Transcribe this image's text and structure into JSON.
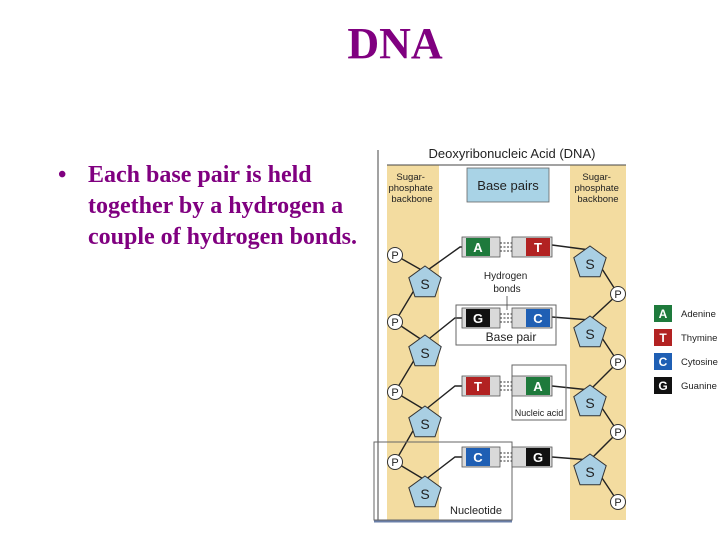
{
  "slide": {
    "title": "DNA",
    "bullet_symbol": "•",
    "bullet_text": "Each base pair is held together by a hydrogen a couple of hydrogen bonds."
  },
  "figure": {
    "title": "Deoxyribonucleic Acid (DNA)",
    "left_backbone_label": [
      "Sugar-",
      "phosphate",
      "backbone"
    ],
    "right_backbone_label": [
      "Sugar-",
      "phosphate",
      "backbone"
    ],
    "base_pairs_header": "Base pairs",
    "sugar_letter": "S",
    "phosphate_letter": "P",
    "hydrogen_bonds_label": [
      "Hydrogen",
      "bonds"
    ],
    "base_pair_label": "Base pair",
    "nucleic_acid_label": "Nucleic acid",
    "nucleotide_label": "Nucleotide",
    "pairs": [
      {
        "left": "A",
        "right": "T"
      },
      {
        "left": "G",
        "right": "C"
      },
      {
        "left": "T",
        "right": "A"
      },
      {
        "left": "C",
        "right": "G"
      }
    ],
    "legend": [
      {
        "letter": "A",
        "name": "Adenine",
        "color": "#1e7a3c"
      },
      {
        "letter": "T",
        "name": "Thymine",
        "color": "#b22222"
      },
      {
        "letter": "C",
        "name": "Cytosine",
        "color": "#1f5fb4"
      },
      {
        "letter": "G",
        "name": "Guanine",
        "color": "#111111"
      }
    ],
    "colors": {
      "backbone": "#f3dca0",
      "header_blue": "#a9d3e6",
      "sugar": "#a9cfe3",
      "A": "#1e7a3c",
      "T": "#b22222",
      "C": "#1f5fb4",
      "G": "#111111"
    }
  }
}
